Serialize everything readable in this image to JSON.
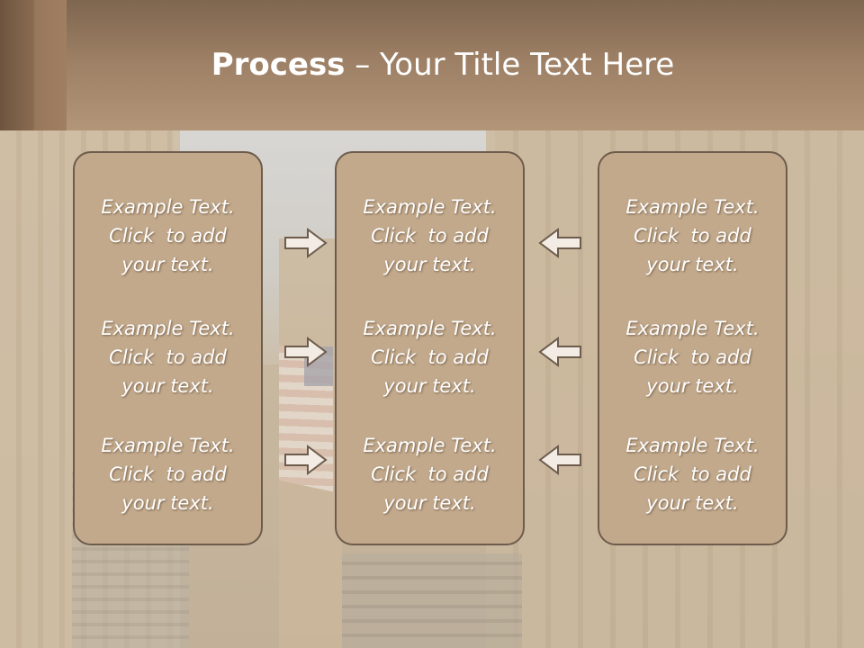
{
  "title": {
    "bold": "Process",
    "rest": " – Your Title Text Here"
  },
  "columns": [
    {
      "items": [
        {
          "line1": "Example Text.",
          "line2": "Click  to add",
          "line3": "your text."
        },
        {
          "line1": "Example Text.",
          "line2": "Click  to add",
          "line3": "your text."
        },
        {
          "line1": "Example Text.",
          "line2": "Click  to add",
          "line3": "your text."
        }
      ]
    },
    {
      "items": [
        {
          "line1": "Example Text.",
          "line2": "Click  to add",
          "line3": "your text."
        },
        {
          "line1": "Example Text.",
          "line2": "Click  to add",
          "line3": "your text."
        },
        {
          "line1": "Example Text.",
          "line2": "Click  to add",
          "line3": "your text."
        }
      ]
    },
    {
      "items": [
        {
          "line1": "Example Text.",
          "line2": "Click  to add",
          "line3": "your text."
        },
        {
          "line1": "Example Text.",
          "line2": "Click  to add",
          "line3": "your text."
        },
        {
          "line1": "Example Text.",
          "line2": "Click  to add",
          "line3": "your text."
        }
      ]
    }
  ],
  "icons": {
    "right": "arrow-right-icon",
    "left": "arrow-left-icon"
  },
  "colors": {
    "header": "#9c7f64",
    "box_fill": "#c2a98c",
    "box_border": "#6d5c4c",
    "text": "#ffffff"
  }
}
